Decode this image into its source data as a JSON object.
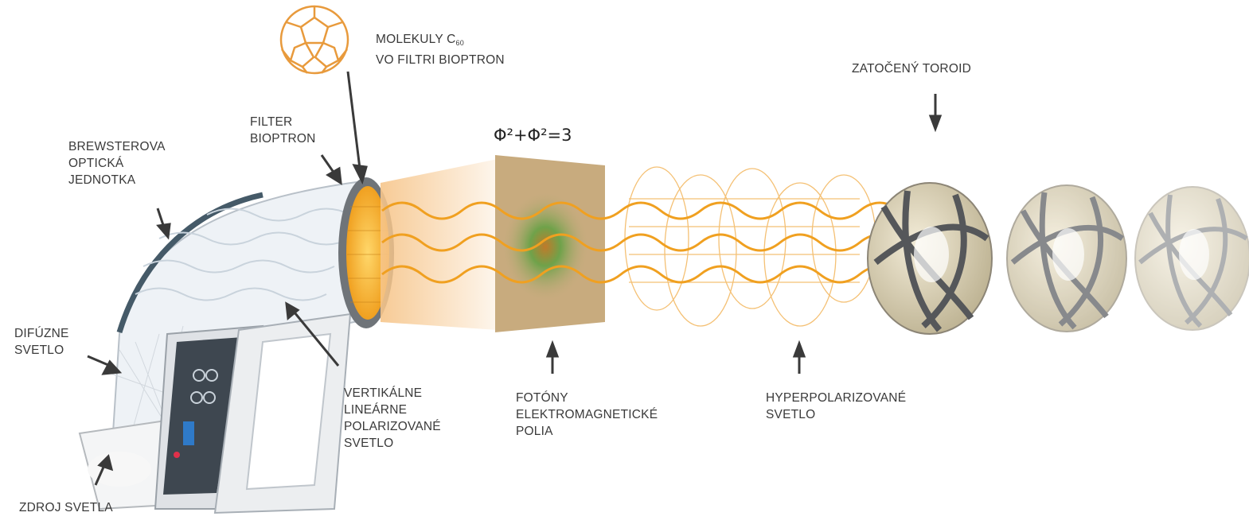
{
  "labels": {
    "molecules_line1": "MOLEKULY C",
    "molecules_sub": "60",
    "molecules_line2": "VO FILTRI BIOPTRON",
    "filter_line1": "FILTER",
    "filter_line2": "BIOPTRON",
    "brewster_line1": "BREWSTEROVA",
    "brewster_line2": "OPTICKÁ",
    "brewster_line3": "JEDNOTKA",
    "diffuse_line1": "DIFÚZNE",
    "diffuse_line2": "SVETLO",
    "source": "ZDROJ SVETLA",
    "vertical_line1": "VERTIKÁLNE",
    "vertical_line2": "LINEÁRNE",
    "vertical_line3": "POLARIZOVANÉ",
    "vertical_line4": "SVETLO",
    "formula": "Φ²+Φ²=3",
    "photons_line1": "FOTÓNY",
    "photons_line2": "ELEKTROMAGNETICKÉ",
    "photons_line3": "POLIA",
    "hyper_line1": "HYPERPOLARIZOVANÉ",
    "hyper_line2": "SVETLO",
    "toroid": "ZATOČENÝ TOROID"
  },
  "colors": {
    "text": "#3a3a3a",
    "wave": "#f0a020",
    "panel": "#c8ab7e",
    "green": "#6fa24a",
    "molecule": "#e89a3c",
    "toroid_shell": "#d9cfae",
    "toroid_band": "#55575a"
  }
}
